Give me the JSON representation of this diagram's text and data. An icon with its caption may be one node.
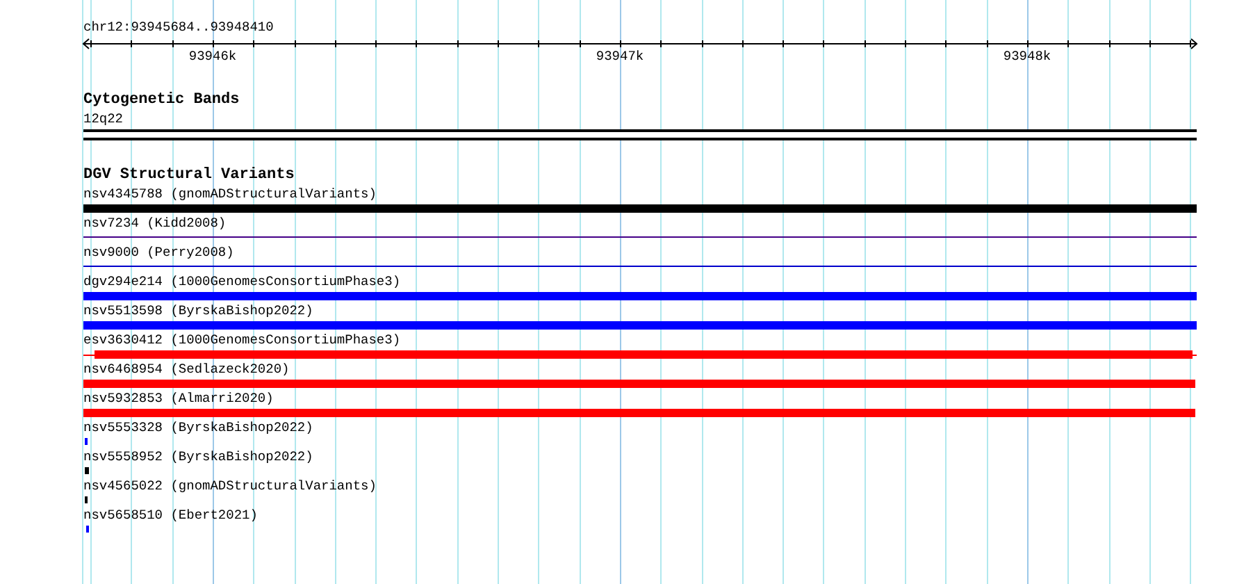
{
  "diagram": {
    "nodes": [
      {
        "text": [
          "12q22"
        ]
      },
      {
        "text": [
          "nsv4345788 (gnomADStructuralVariants)"
        ]
      },
      {
        "text": [
          "nsv7234 (Kidd2008)"
        ]
      },
      {
        "text": [
          "nsv9000 (Perry2008)"
        ]
      },
      {
        "text": [
          "dgv294e214 (1000GenomesConsortiumPhase3)"
        ]
      },
      {
        "text": [
          "nsv5513598 (ByrskaBishop2022)"
        ]
      },
      {
        "text": [
          "esv3630412 (1000GenomesConsortiumPhase3)"
        ]
      },
      {
        "text": [
          "nsv6468954 (Sedlazeck2020)"
        ]
      },
      {
        "text": [
          "nsv5932853 (Almarri2020)"
        ]
      },
      {
        "text": [
          "nsv5553328 (ByrskaBishop2022)"
        ]
      },
      {
        "text": [
          "nsv5558952 (ByrskaBishop2022)"
        ]
      },
      {
        "text": [
          "nsv4565022 (gnomADStructuralVariants)"
        ]
      },
      {
        "text": [
          "nsv5658510 (Ebert2021)"
        ]
      }
    ],
    "labels": [
      "chr12:93945684..93948410",
      "93946k",
      "93947k",
      "93948k",
      "Cytogenetic Bands",
      "DGV Structural Variants"
    ]
  }
}
